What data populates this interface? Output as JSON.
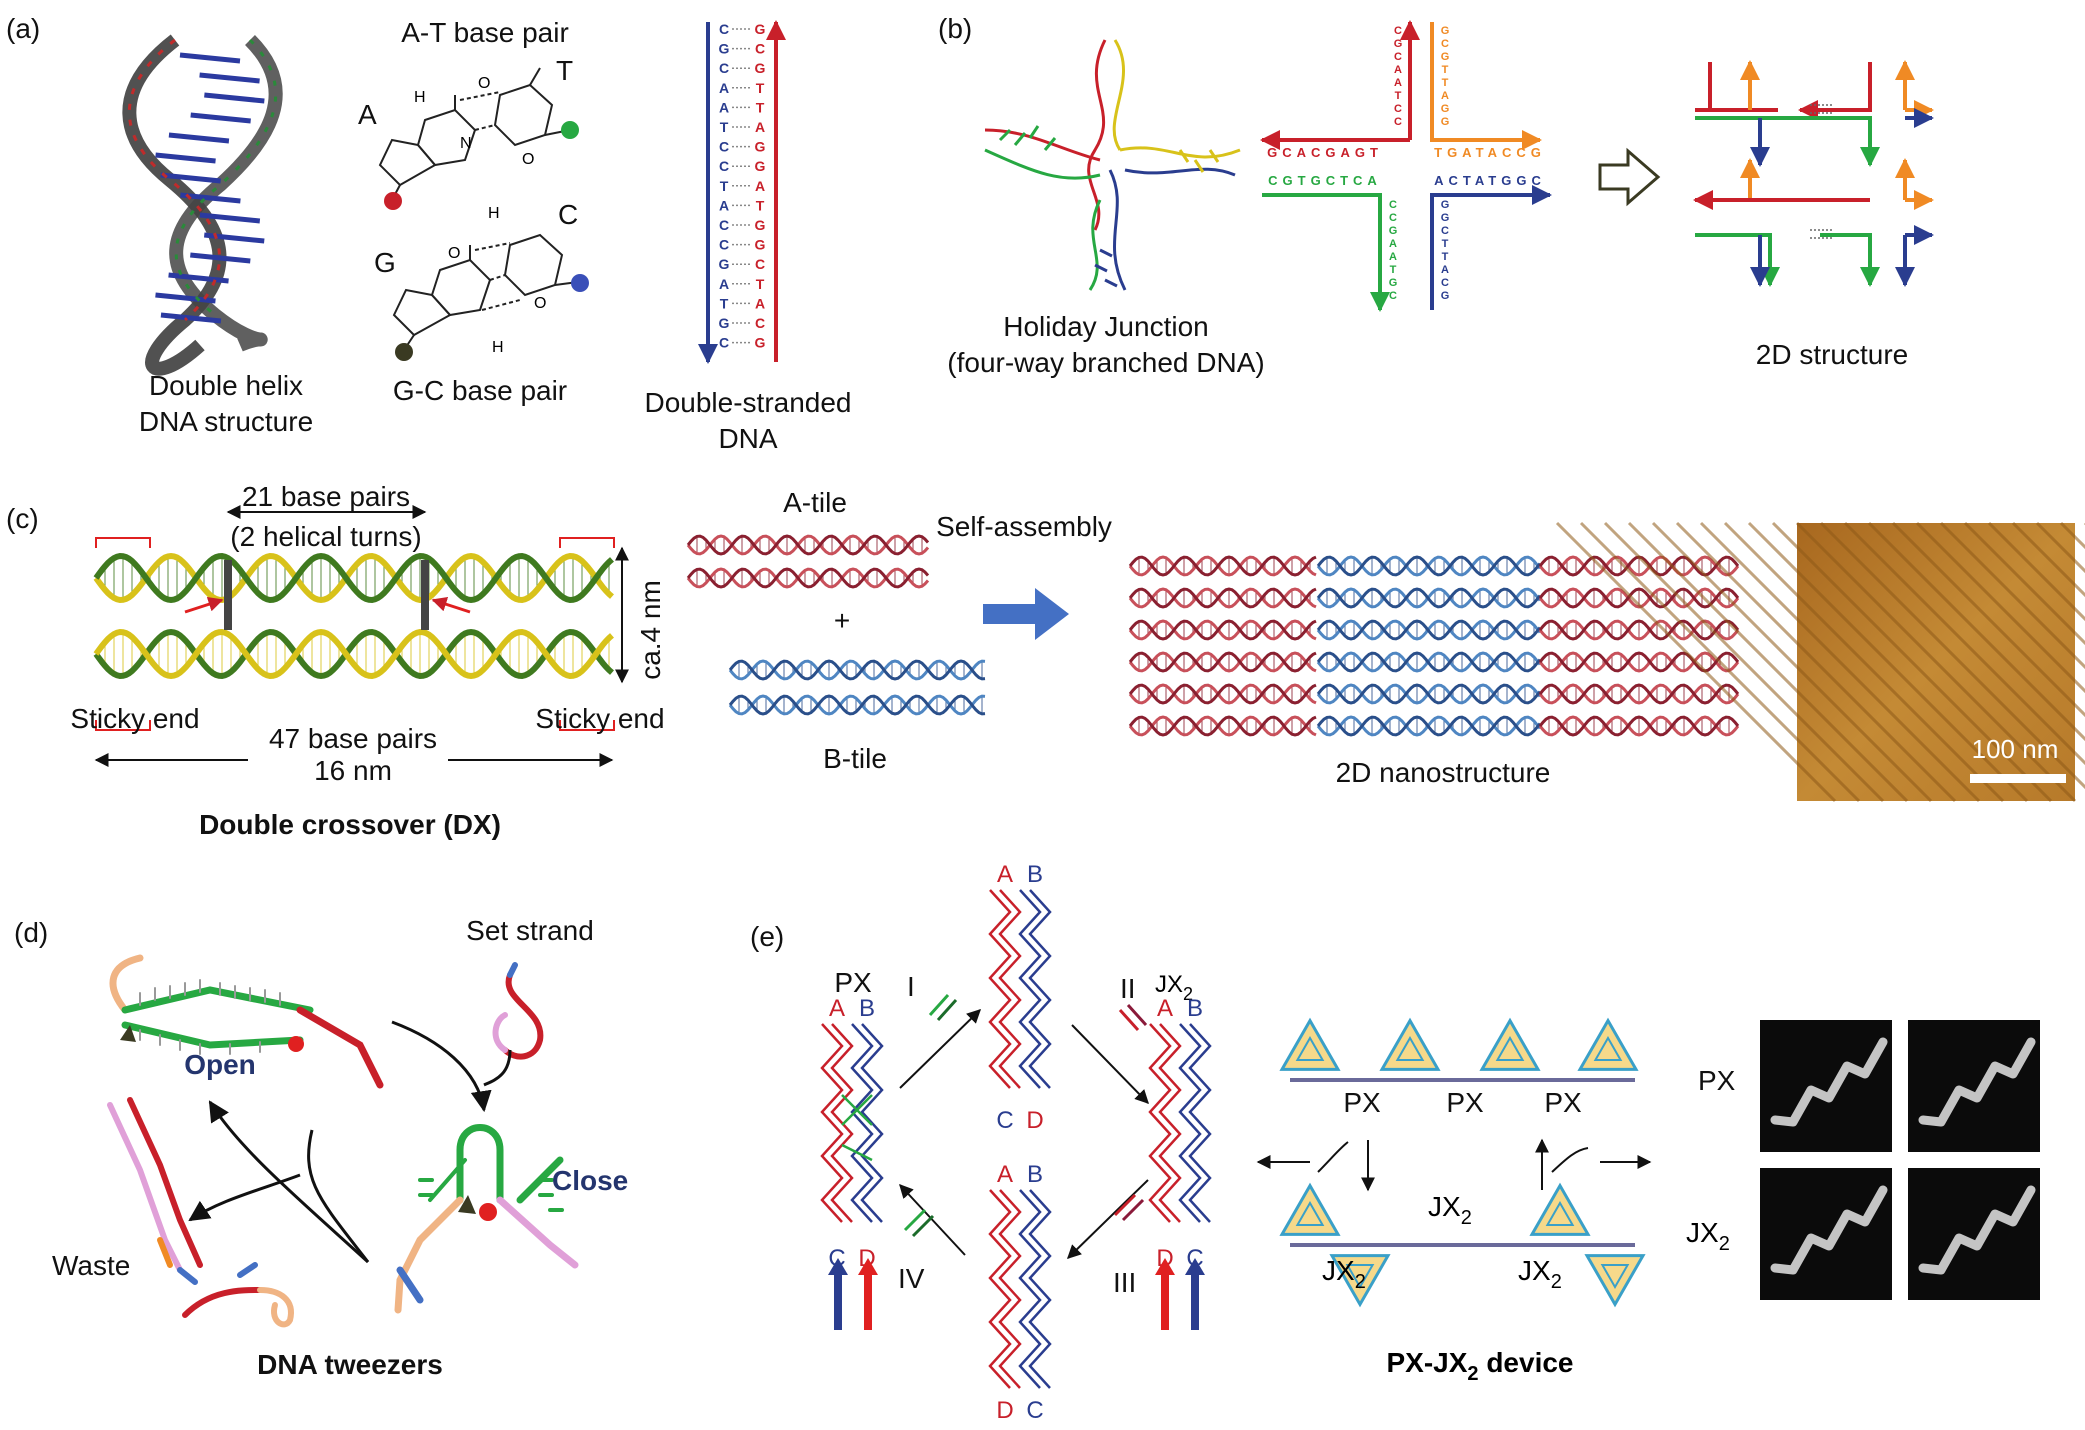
{
  "panels": {
    "a": {
      "panel_label": "(a)",
      "helix_caption": [
        "Double helix",
        "DNA structure"
      ],
      "at_title": "A-T base pair",
      "gc_title": "G-C base pair",
      "letter_A": "A",
      "letter_T": "T",
      "letter_G": "G",
      "letter_C": "C",
      "atom_N": "N",
      "atom_O": "O",
      "atom_H": "H",
      "ds_caption": [
        "Double-stranded",
        "DNA"
      ],
      "left_strand": [
        "C",
        "G",
        "C",
        "A",
        "A",
        "T",
        "C",
        "C",
        "T",
        "A",
        "C",
        "C",
        "G",
        "A",
        "T",
        "G",
        "C"
      ],
      "right_strand": [
        "G",
        "C",
        "G",
        "T",
        "T",
        "A",
        "G",
        "G",
        "A",
        "T",
        "G",
        "G",
        "C",
        "T",
        "A",
        "C",
        "G"
      ]
    },
    "b": {
      "panel_label": "(b)",
      "junction_caption": [
        "Holiday Junction",
        "(four-way branched DNA)"
      ],
      "top_left_col": [
        "C",
        "G",
        "C",
        "A",
        "A",
        "T",
        "C",
        "C"
      ],
      "top_right_col": [
        "G",
        "C",
        "G",
        "T",
        "T",
        "A",
        "G",
        "G"
      ],
      "bottom_left_col": [
        "C",
        "C",
        "G",
        "A",
        "A",
        "T",
        "G",
        "C"
      ],
      "bottom_right_col": [
        "G",
        "G",
        "C",
        "T",
        "T",
        "A",
        "C",
        "G"
      ],
      "left_top_row": "GCACGAGT",
      "left_bottom_row": "CGTGCTCA",
      "right_top_row": "TGATACCG",
      "right_bottom_row": "ACTATGGC",
      "structure_caption": "2D structure"
    },
    "c": {
      "panel_label": "(c)",
      "turns_label": "21 base pairs",
      "turns_sub": "(2 helical turns)",
      "height_label": "ca.4 nm",
      "sticky_left": "Sticky end",
      "sticky_right": "Sticky end",
      "length_label": "47 base pairs",
      "length_sub": "16 nm",
      "dx_title": "Double crossover (DX)",
      "a_tile": "A-tile",
      "plus": "+",
      "b_tile": "B-tile",
      "self_assembly": "Self-assembly",
      "nano_caption": "2D nanostructure",
      "scale_bar": "100 nm"
    },
    "d": {
      "panel_label": "(d)",
      "set_strand": "Set strand",
      "open_label": "Open",
      "close_label": "Close",
      "waste_label": "Waste",
      "title": "DNA tweezers"
    },
    "e": {
      "panel_label": "(e)",
      "px": "PX",
      "jx": "JX",
      "sub2": "2",
      "roman_I": "I",
      "roman_II": "II",
      "roman_III": "III",
      "roman_IV": "IV",
      "strand_A": "A",
      "strand_B": "B",
      "strand_C": "C",
      "strand_D": "D",
      "device_px": [
        "PX",
        "PX",
        "PX"
      ],
      "device_title": "PX-JX",
      "device_title_tail": " device",
      "afm_px": "PX",
      "afm_jx": "JX"
    }
  },
  "colors": {
    "red": "#c8202a",
    "blue": "#2a3d8f",
    "green": "#27a842",
    "orange": "#f08a24",
    "yellow": "#d8c21a",
    "helix_green": "#3f7a1f",
    "tile_red": "#c8505a",
    "tile_blue": "#4f86c2",
    "afm_brown": "#b5782c",
    "navy_text": "#24356e"
  }
}
